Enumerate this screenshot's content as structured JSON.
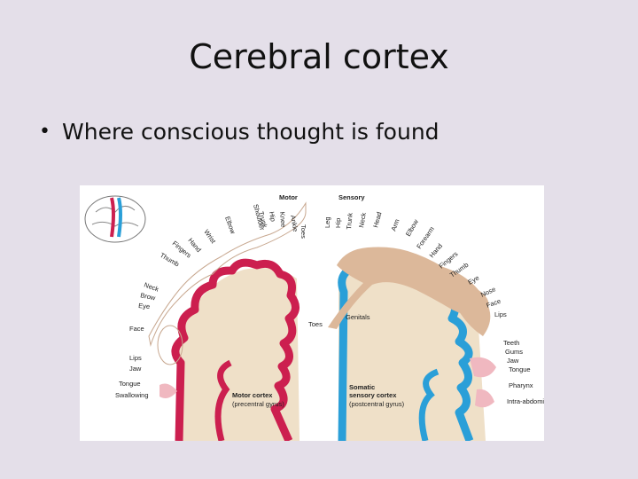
{
  "slide": {
    "title": "Cerebral cortex",
    "bullets": [
      {
        "bullet": "•",
        "text": "Where conscious thought is found"
      }
    ]
  },
  "figure": {
    "motor_header": "Motor",
    "sensory_header": "Sensory",
    "motor_labels_top": [
      "Toes",
      "Ankle",
      "Knee",
      "Hip",
      "Trunk",
      "Shoulder",
      "Elbow",
      "Wrist",
      "Hand",
      "Fingers",
      "Thumb"
    ],
    "motor_labels_left": [
      "Neck",
      "Brow",
      "Eye",
      "Face",
      "Lips",
      "Jaw",
      "Tongue",
      "Swallowing"
    ],
    "sensory_labels_top": [
      "Leg",
      "Hip",
      "Trunk",
      "Neck",
      "Head",
      "Arm",
      "Elbow",
      "Forearm",
      "Hand",
      "Fingers",
      "Thumb",
      "Eye"
    ],
    "sensory_labels_right": [
      "Nose",
      "Face",
      "Lips",
      "Teeth",
      "Gums",
      "Jaw",
      "Tongue",
      "Pharynx",
      "Intra-abdominal"
    ],
    "toes_label": "Toes",
    "genitals_label": "Genitals",
    "motor_cortex": {
      "title": "Motor cortex",
      "subtitle": "(precentral gyrus)"
    },
    "sensory_cortex": {
      "title_line1": "Somatic",
      "title_line2": "sensory cortex",
      "subtitle": "(postcentral gyrus)"
    },
    "colors": {
      "motor": "#cc1f4f",
      "sensory": "#2a9fd8",
      "tissue": "#efe0c8",
      "homunculus": "#dcb89a",
      "background": "#e4dfe9"
    }
  }
}
